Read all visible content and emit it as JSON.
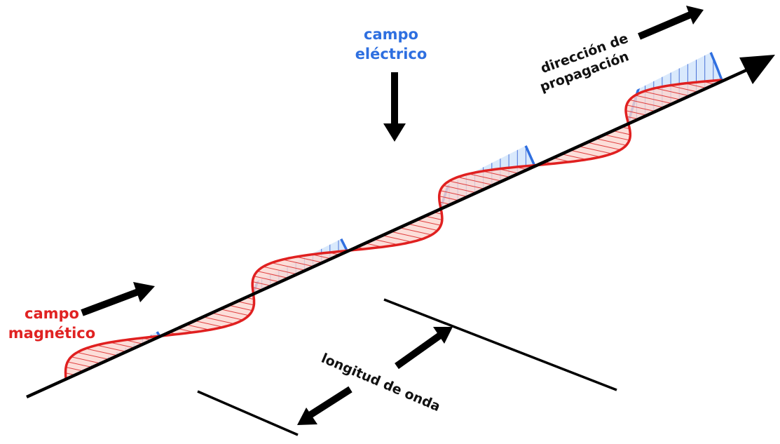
{
  "labels": {
    "electric_line1": "campo",
    "electric_line2": "eléctrico",
    "magnetic_line1": "campo",
    "magnetic_line2": "magnético",
    "direction_line1": "dirección de",
    "direction_line2": "propagación",
    "wavelength": "longitud de onda"
  },
  "colors": {
    "electric_stroke": "#2f6fe0",
    "electric_fill": "#cfe3fb",
    "magnetic_stroke": "#e02020",
    "magnetic_fill": "#fbd6d0",
    "arrow": "#000000"
  },
  "wave": {
    "half_cycles": 7
  }
}
